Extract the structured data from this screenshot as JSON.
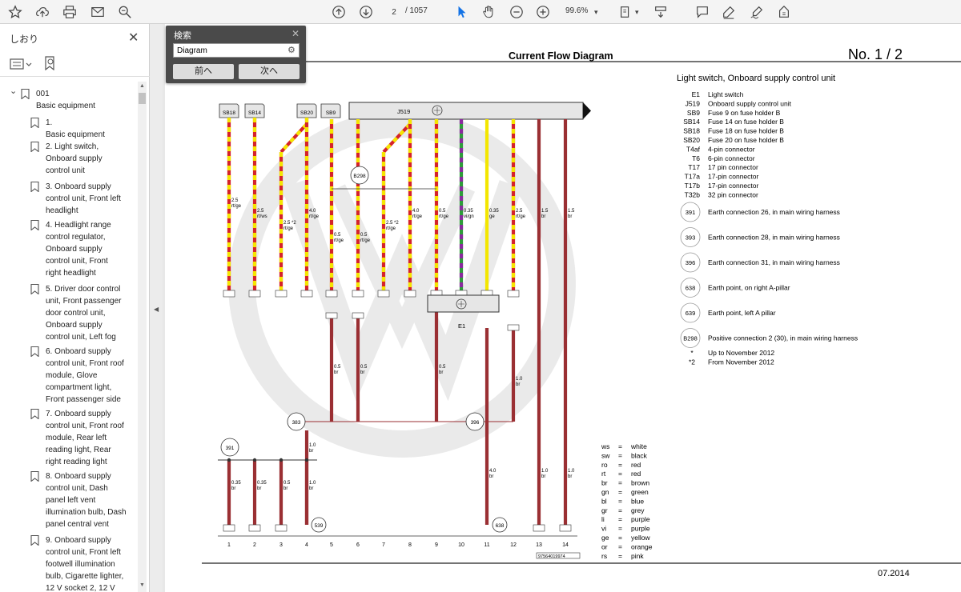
{
  "toolbar": {
    "page_current": "2",
    "page_total": "/ 1057",
    "zoom": "99.6%"
  },
  "sidebar": {
    "title": "しおり",
    "items": [
      {
        "label": "001\nBasic equipment",
        "expanded": true
      },
      {
        "label": "1.\nBasic equipment"
      },
      {
        "label": "2. Light switch,\nOnboard supply\ncontrol unit"
      },
      {
        "label": "3. Onboard supply\ncontrol unit, Front left\nheadlight"
      },
      {
        "label": "4. Headlight range\ncontrol regulator,\nOnboard supply\ncontrol unit, Front\nright headlight"
      },
      {
        "label": "5. Driver door control\nunit, Front passenger\ndoor control unit,\nOnboard supply\ncontrol unit, Left fog"
      },
      {
        "label": "6. Onboard supply\ncontrol unit, Front roof\nmodule, Glove\ncompartment light,\nFront passenger side"
      },
      {
        "label": "7. Onboard supply\ncontrol unit, Front roof\nmodule, Rear left\nreading light, Rear\nright reading light"
      },
      {
        "label": "8. Onboard supply\ncontrol unit, Dash\npanel left vent\nillumination bulb, Dash\npanel central vent"
      },
      {
        "label": "9. Onboard supply\ncontrol unit, Front left\nfootwell illumination\nbulb, Cigarette lighter,\n12 V socket 2, 12 V"
      }
    ]
  },
  "find": {
    "title": "検索",
    "query": "Diagram",
    "prev_label": "前へ",
    "next_label": "次へ"
  },
  "diagram": {
    "header_title": "Current Flow Diagram",
    "page_no": "No.  1 /  2",
    "subtitle": "Light switch, Onboard supply control unit",
    "legend": [
      {
        "code": "E1",
        "desc": "Light switch"
      },
      {
        "code": "J519",
        "desc": "Onboard supply control unit"
      },
      {
        "code": "SB9",
        "desc": "Fuse 9 on fuse holder B"
      },
      {
        "code": "SB14",
        "desc": "Fuse 14 on fuse holder B"
      },
      {
        "code": "SB18",
        "desc": "Fuse 18 on fuse holder B"
      },
      {
        "code": "SB20",
        "desc": "Fuse 20 on fuse holder B"
      },
      {
        "code": "T4af",
        "desc": "4-pin connector"
      },
      {
        "code": "T6",
        "desc": "6-pin connector"
      },
      {
        "code": "T17",
        "desc": "17 pin connector"
      },
      {
        "code": "T17a",
        "desc": "17-pin connector"
      },
      {
        "code": "T17b",
        "desc": "17-pin connector"
      },
      {
        "code": "T32b",
        "desc": "32 pin connector"
      }
    ],
    "earth_legend": [
      {
        "code": "391",
        "desc": "Earth connection 26, in main wiring harness"
      },
      {
        "code": "393",
        "desc": "Earth connection 28, in main wiring harness"
      },
      {
        "code": "396",
        "desc": "Earth connection 31, in main wiring harness"
      },
      {
        "code": "638",
        "desc": "Earth point, on right A-pillar"
      },
      {
        "code": "639",
        "desc": "Earth point, left A pillar"
      },
      {
        "code": "B298",
        "desc": "Positive connection 2 (30), in main wiring harness"
      }
    ],
    "notes": [
      {
        "code": "*",
        "desc": "Up to November 2012"
      },
      {
        "code": "*2",
        "desc": "From November 2012"
      }
    ],
    "colors": [
      {
        "abbr": "ws",
        "name": "white"
      },
      {
        "abbr": "sw",
        "name": "black"
      },
      {
        "abbr": "ro",
        "name": "red"
      },
      {
        "abbr": "rt",
        "name": "red"
      },
      {
        "abbr": "br",
        "name": "brown"
      },
      {
        "abbr": "gn",
        "name": "green"
      },
      {
        "abbr": "bl",
        "name": "blue"
      },
      {
        "abbr": "gr",
        "name": "grey"
      },
      {
        "abbr": "li",
        "name": "purple"
      },
      {
        "abbr": "vi",
        "name": "purple"
      },
      {
        "abbr": "ge",
        "name": "yellow"
      },
      {
        "abbr": "or",
        "name": "orange"
      },
      {
        "abbr": "rs",
        "name": "pink"
      }
    ],
    "fuses": [
      "SB18",
      "SB14",
      "SB20",
      "SB9"
    ],
    "control_unit": "J519",
    "relay": "E1",
    "node_b298": "B298",
    "earth_383": "383",
    "earth_391": "391",
    "earth_396": "396",
    "earth_539": "539",
    "earth_638": "638",
    "col_numbers": [
      "1",
      "2",
      "3",
      "4",
      "5",
      "6",
      "7",
      "8",
      "9",
      "10",
      "11",
      "12",
      "13",
      "14"
    ],
    "wire_labels": [
      {
        "t": "2.5\nrt/ge"
      },
      {
        "t": "2.5\nrt/ws"
      },
      {
        "t": "2.5 *2\nrt/ge"
      },
      {
        "t": "4.0\nrt/ge"
      },
      {
        "t": "0.5\nrt/ge"
      },
      {
        "t": "0.5\nrt/ge"
      },
      {
        "t": "2.5 *2\nrt/ge"
      },
      {
        "t": "4.0\nrt/ge"
      },
      {
        "t": "0.5\nrt/ge"
      },
      {
        "t": "0.35\nvi/gn"
      },
      {
        "t": "0.35\nge"
      },
      {
        "t": "2.5\nrt/ge"
      },
      {
        "t": "1.5\nbr"
      },
      {
        "t": "1.5\nbr"
      }
    ],
    "bottom_wire_labels": [
      "0.35\nbr",
      "0.35\nbr",
      "0.5\nbr",
      "1.0\nbr",
      "0.5\nbr",
      "0.5\nbr",
      "0.5\nbr",
      "1.0\nbr",
      "4.0\nbr",
      "1.0\nbr",
      "1.0\nbr",
      "1.0\nbr"
    ],
    "footer_date": "07.2014",
    "footer_code": "97564019974"
  }
}
